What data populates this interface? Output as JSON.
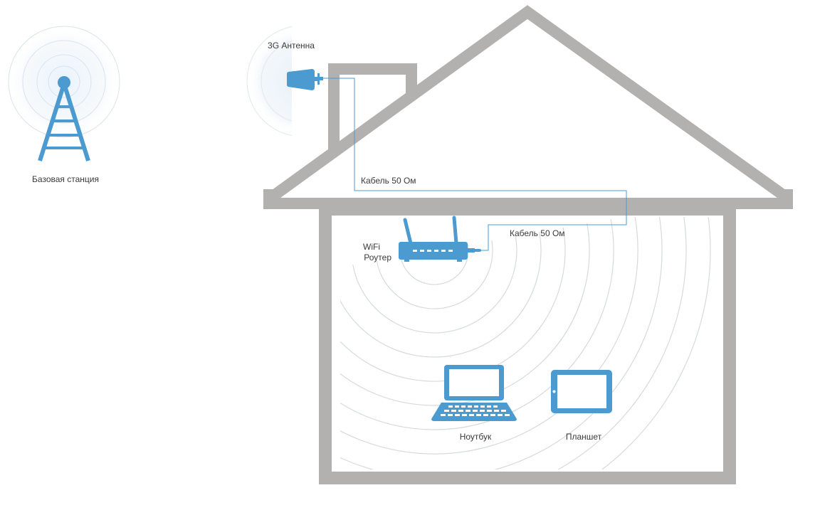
{
  "labels": {
    "base_station": "Базовая станция",
    "antenna": "3G Антенна",
    "cable_top": "Кабель 50 Ом",
    "cable_router": "Кабель 50 Ом",
    "router_line1": "WiFi",
    "router_line2": "Роутер",
    "laptop": "Ноутбук",
    "tablet": "Планшет"
  },
  "colors": {
    "house_outline": "#b3b1b0",
    "device_blue": "#4b9ad0",
    "cable": "#4b9ad0",
    "signal_rings": "#d6dadd",
    "text": "#3a3a3a"
  },
  "icons": [
    "cell-tower-icon",
    "antenna-icon",
    "router-icon",
    "laptop-icon",
    "tablet-icon"
  ]
}
